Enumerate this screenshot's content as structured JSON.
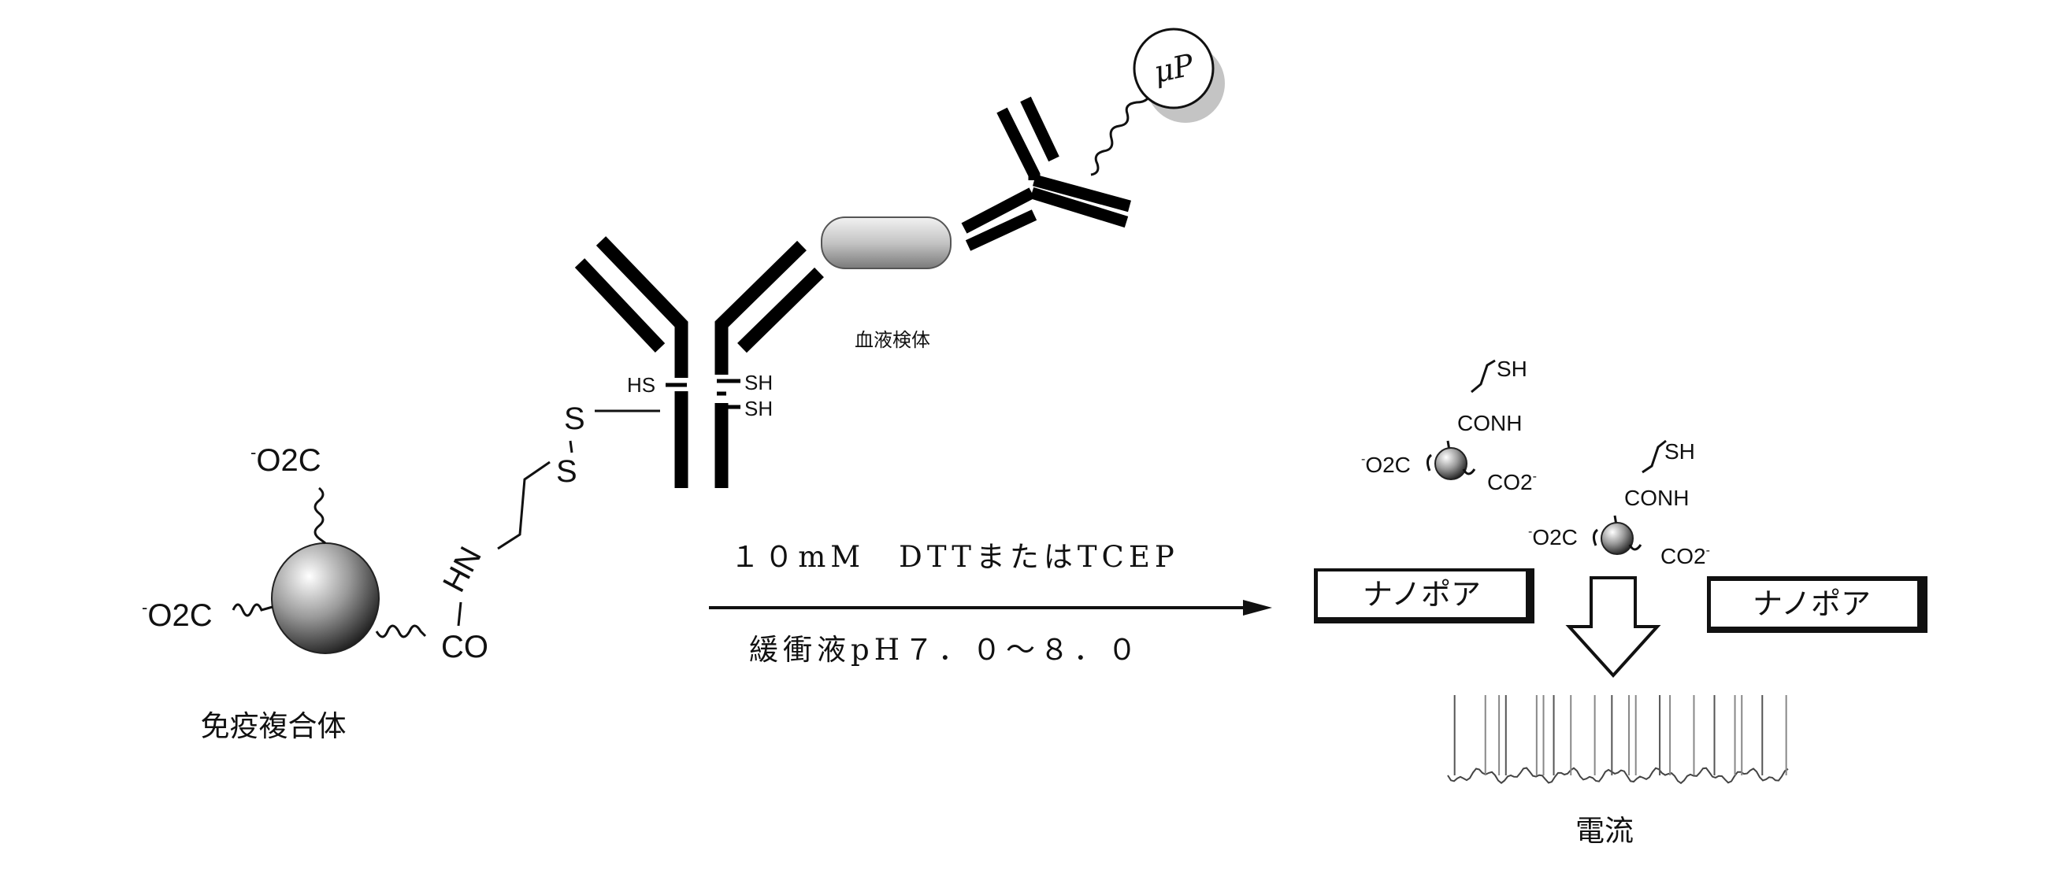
{
  "left": {
    "complex_label": "免疫複合体",
    "carboxyl_top": "O2C",
    "carboxyl_left": "O2C",
    "amide_co": "CO",
    "amide_hn": "HN",
    "sulfur_1": "S",
    "sulfur_2": "S",
    "thiol_hs": "HS",
    "thiol_sh_1": "SH",
    "thiol_sh_2": "SH",
    "sample_label": "血液検体",
    "particle_label": "μP"
  },
  "reaction": {
    "reagent": "１０mM　DTTまたはTCEP",
    "condition": "緩衝液pH７．０〜８．０"
  },
  "right": {
    "nanopore_left": "ナノポア",
    "nanopore_right": "ナノポア",
    "current_label": "電流",
    "particle_1": {
      "thiol": "SH",
      "amide": "CONH",
      "carboxyl_left": "O2C",
      "carboxyl_right": "CO2"
    },
    "particle_2": {
      "thiol": "SH",
      "amide": "CONH",
      "carboxyl_left": "O2C",
      "carboxyl_right": "CO2"
    }
  },
  "colors": {
    "ink": "#000000",
    "antigen": "#b8b8b8",
    "shadow": "#c4c4c4"
  }
}
